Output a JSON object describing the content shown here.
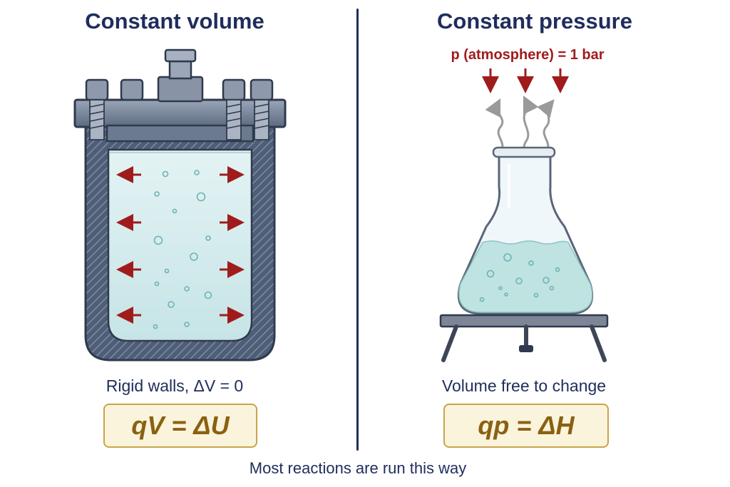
{
  "left_panel": {
    "title": "Constant volume",
    "caption": "Rigid walls, ΔV = 0",
    "formula": "qV = ΔU"
  },
  "right_panel": {
    "title": "Constant pressure",
    "pressure_label": "p (atmosphere) = 1 bar",
    "caption": "Volume free to change",
    "formula": "qp = ΔH"
  },
  "footer": "Most reactions are run this way",
  "colors": {
    "title_text": "#1f2d5c",
    "arrow_red": "#a01c1c",
    "formula_fill": "#fbf4dc",
    "formula_border": "#c9a44a",
    "liquid": "#d6eeee",
    "steel": "#5f6f88"
  }
}
